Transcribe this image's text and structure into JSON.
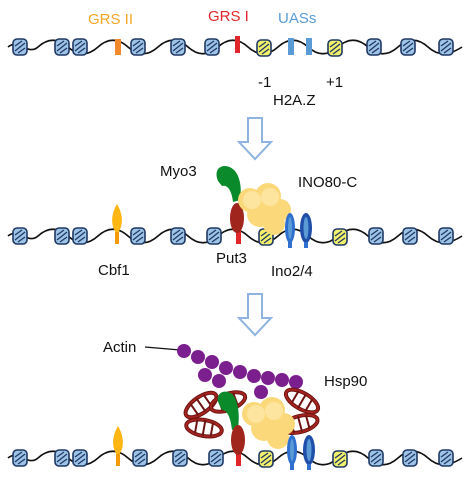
{
  "labels": {
    "grs2": "GRS II",
    "grs1": "GRS I",
    "uass": "UASs",
    "minus1": "-1",
    "plus1": "+1",
    "h2az": "H2A.Z",
    "myo3": "Myo3",
    "ino80c": "INO80-C",
    "cbf1": "Cbf1",
    "put3": "Put3",
    "ino24": "Ino2/4",
    "actin": "Actin",
    "hsp90": "Hsp90"
  },
  "colors": {
    "grs2": "#f28a2b",
    "grs1": "#e0262a",
    "uass": "#5b9bd5",
    "nucleosome": "#9dc3e6",
    "nucleosome_stroke": "#1f3864",
    "h2az_nucleosome": "#f3f06a",
    "cbf1": "#ffb612",
    "put3": "#a0251c",
    "myo3": "#0a8a2a",
    "ino80c": "#fbd97a",
    "ino24": "#2f6fd0",
    "actin": "#7b1f8f",
    "hsp90": "#a52420",
    "arrow": "#8fb3e0"
  }
}
